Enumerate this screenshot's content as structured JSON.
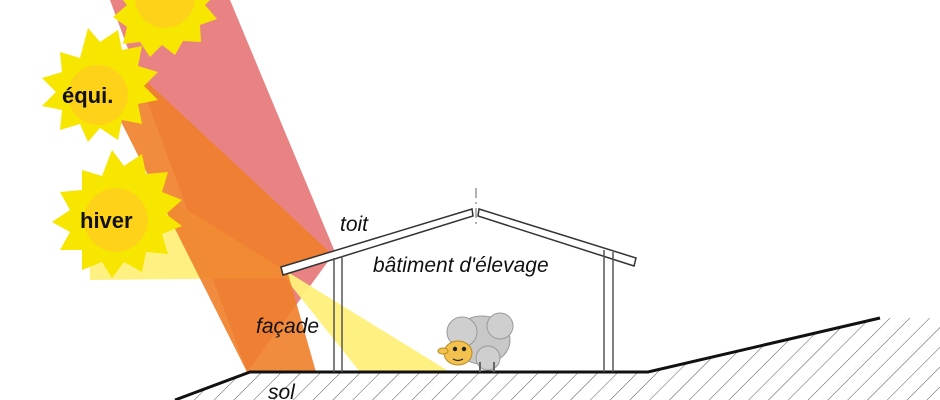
{
  "labels": {
    "sun_equinox": "équi.",
    "sun_winter": "hiver",
    "roof": "toit",
    "building": "bâtiment d'élevage",
    "facade": "façade",
    "ground": "sol"
  },
  "colors": {
    "summer_ray": "#e87b7b",
    "equinox_ray": "#f07f2a",
    "winter_ray": "#fff07a",
    "sun_outer": "#f6e600",
    "sun_inner": "#ffd21a",
    "sheep_wool": "#c8c8c8",
    "sheep_face": "#f3c14e"
  }
}
